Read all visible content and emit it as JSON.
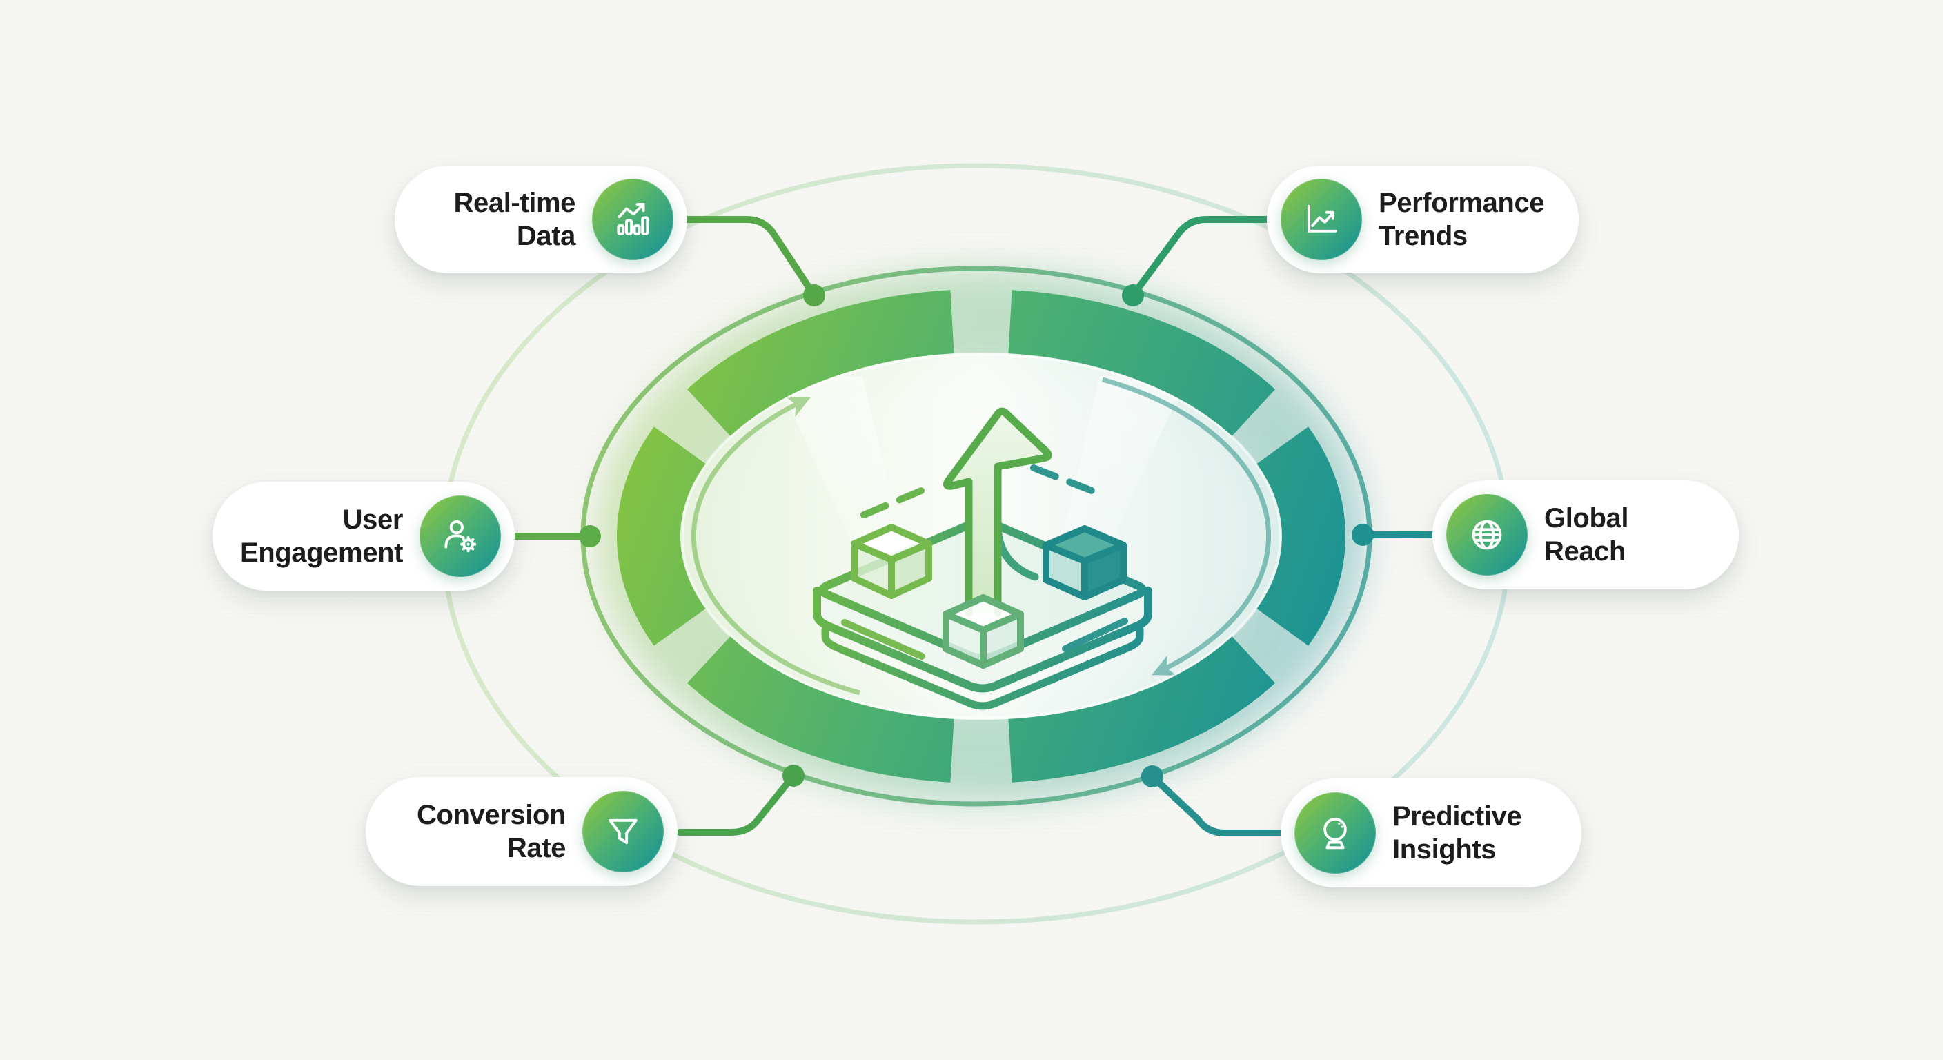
{
  "diagram": {
    "type": "radial-analytics-infographic",
    "center_illustration": "isometric-platform-with-cubes-and-growth-arrow",
    "palette": {
      "accent_green": "#7cc242",
      "accent_teal": "#1f8f96",
      "connector_green": "#55a74a",
      "connector_teal": "#27918e",
      "card_background": "#ffffff",
      "canvas_background": "#f6f6f3",
      "label_text": "#1d1d1f"
    },
    "cards": [
      {
        "id": "real-time-data",
        "line1": "Real-time",
        "line2": "Data",
        "icon": "bar-chart-trend-icon",
        "icon_side": "right",
        "position": "top-left"
      },
      {
        "id": "performance-trends",
        "line1": "Performance",
        "line2": "Trends",
        "icon": "line-chart-icon",
        "icon_side": "left",
        "position": "top-right"
      },
      {
        "id": "user-engagement",
        "line1": "User",
        "line2": "Engagement",
        "icon": "user-gear-icon",
        "icon_side": "right",
        "position": "middle-left"
      },
      {
        "id": "global-reach",
        "line1": "Global",
        "line2": "Reach",
        "icon": "globe-icon",
        "icon_side": "left",
        "position": "middle-right"
      },
      {
        "id": "conversion-rate",
        "line1": "Conversion",
        "line2": "Rate",
        "icon": "funnel-icon",
        "icon_side": "right",
        "position": "bottom-left"
      },
      {
        "id": "predictive-insights",
        "line1": "Predictive",
        "line2": "Insights",
        "icon": "crystal-ball-icon",
        "icon_side": "left",
        "position": "bottom-right"
      }
    ]
  }
}
